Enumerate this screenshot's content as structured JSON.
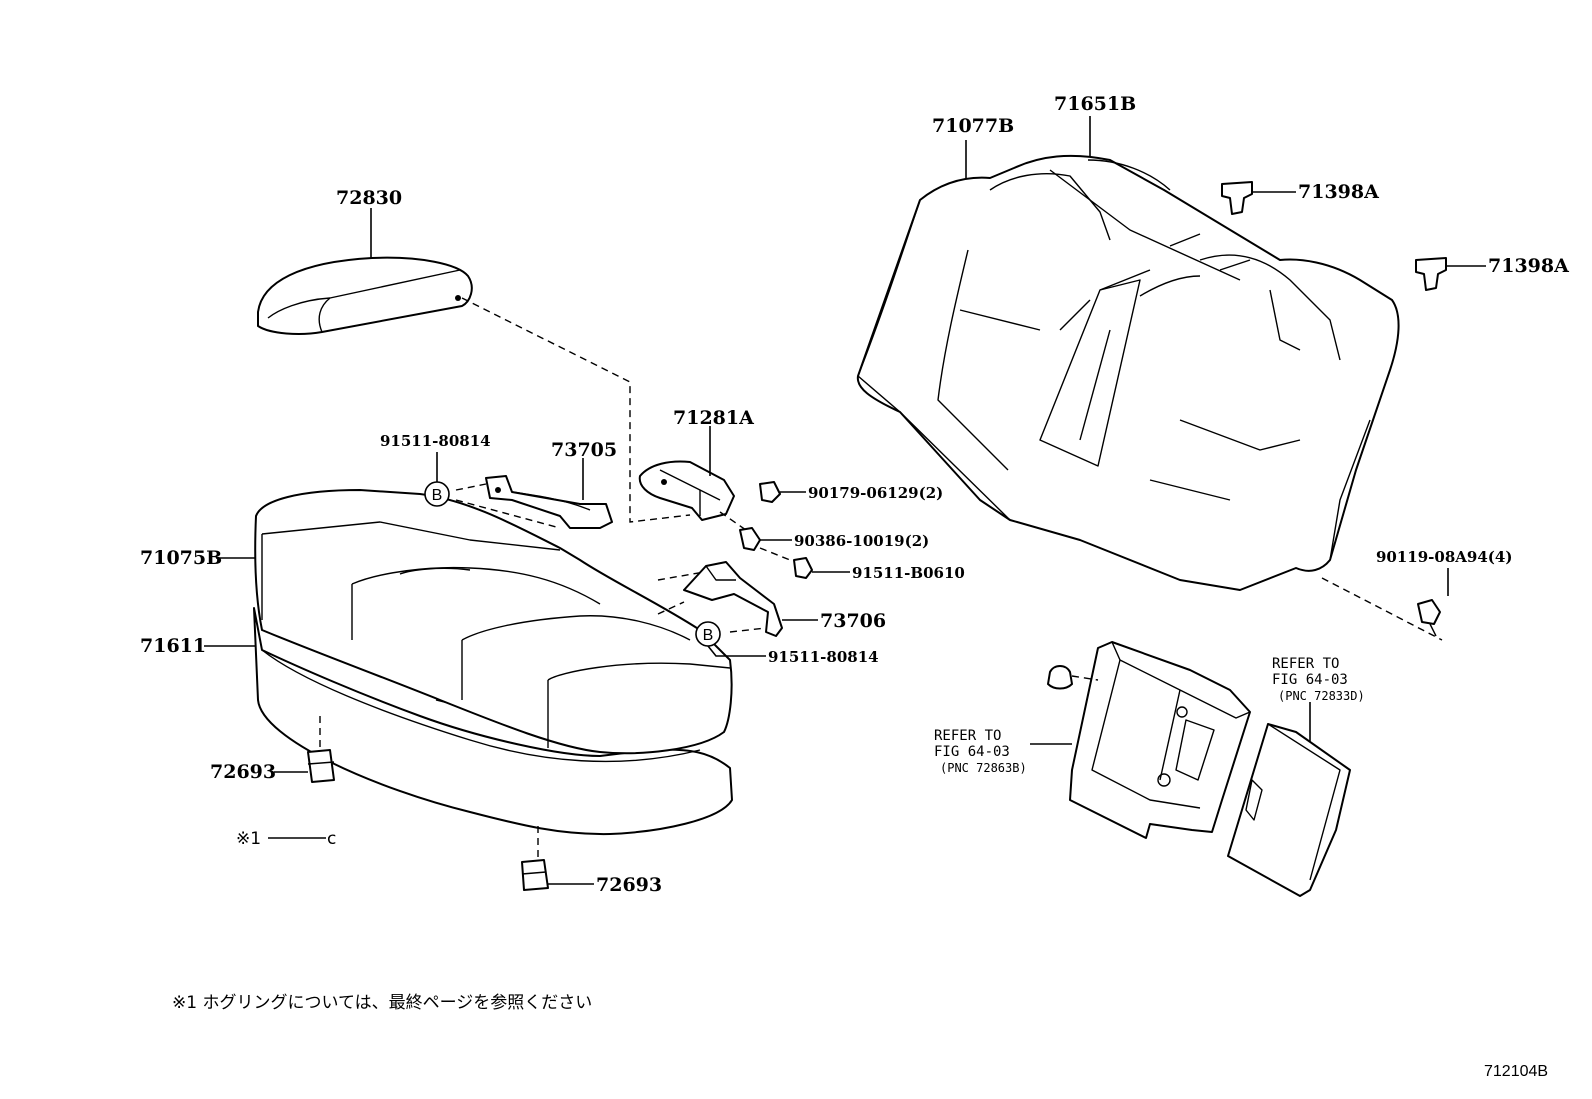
{
  "labels": {
    "p71077B": "71077B",
    "p71651B": "71651B",
    "p71398A_1": "71398A",
    "p71398A_2": "71398A",
    "p72830": "72830",
    "p91511_80814_top": "91511-80814",
    "p73705": "73705",
    "p71281A": "71281A",
    "p90179": "90179-06129(2)",
    "p90386": "90386-10019(2)",
    "p91511_B0610": "91511-B0610",
    "p73706": "73706",
    "p91511_80814_bottom": "91511-80814",
    "p71075B": "71075B",
    "p71611": "71611",
    "p72693_1": "72693",
    "p72693_2": "72693",
    "p90119": "90119-08A94(4)",
    "note_marker": "※1",
    "clip_symbol": "c",
    "callout_b_1": "B",
    "callout_b_2": "B"
  },
  "refers": {
    "left": {
      "line1": "REFER TO",
      "line2": "FIG 64-03",
      "line3": "(PNC 72863B)"
    },
    "right": {
      "line1": "REFER TO",
      "line2": "FIG 64-03",
      "line3": "(PNC 72833D)"
    }
  },
  "footnote": "※1 ホグリングについては、最終ページを参照ください",
  "figure_code": "712104B"
}
